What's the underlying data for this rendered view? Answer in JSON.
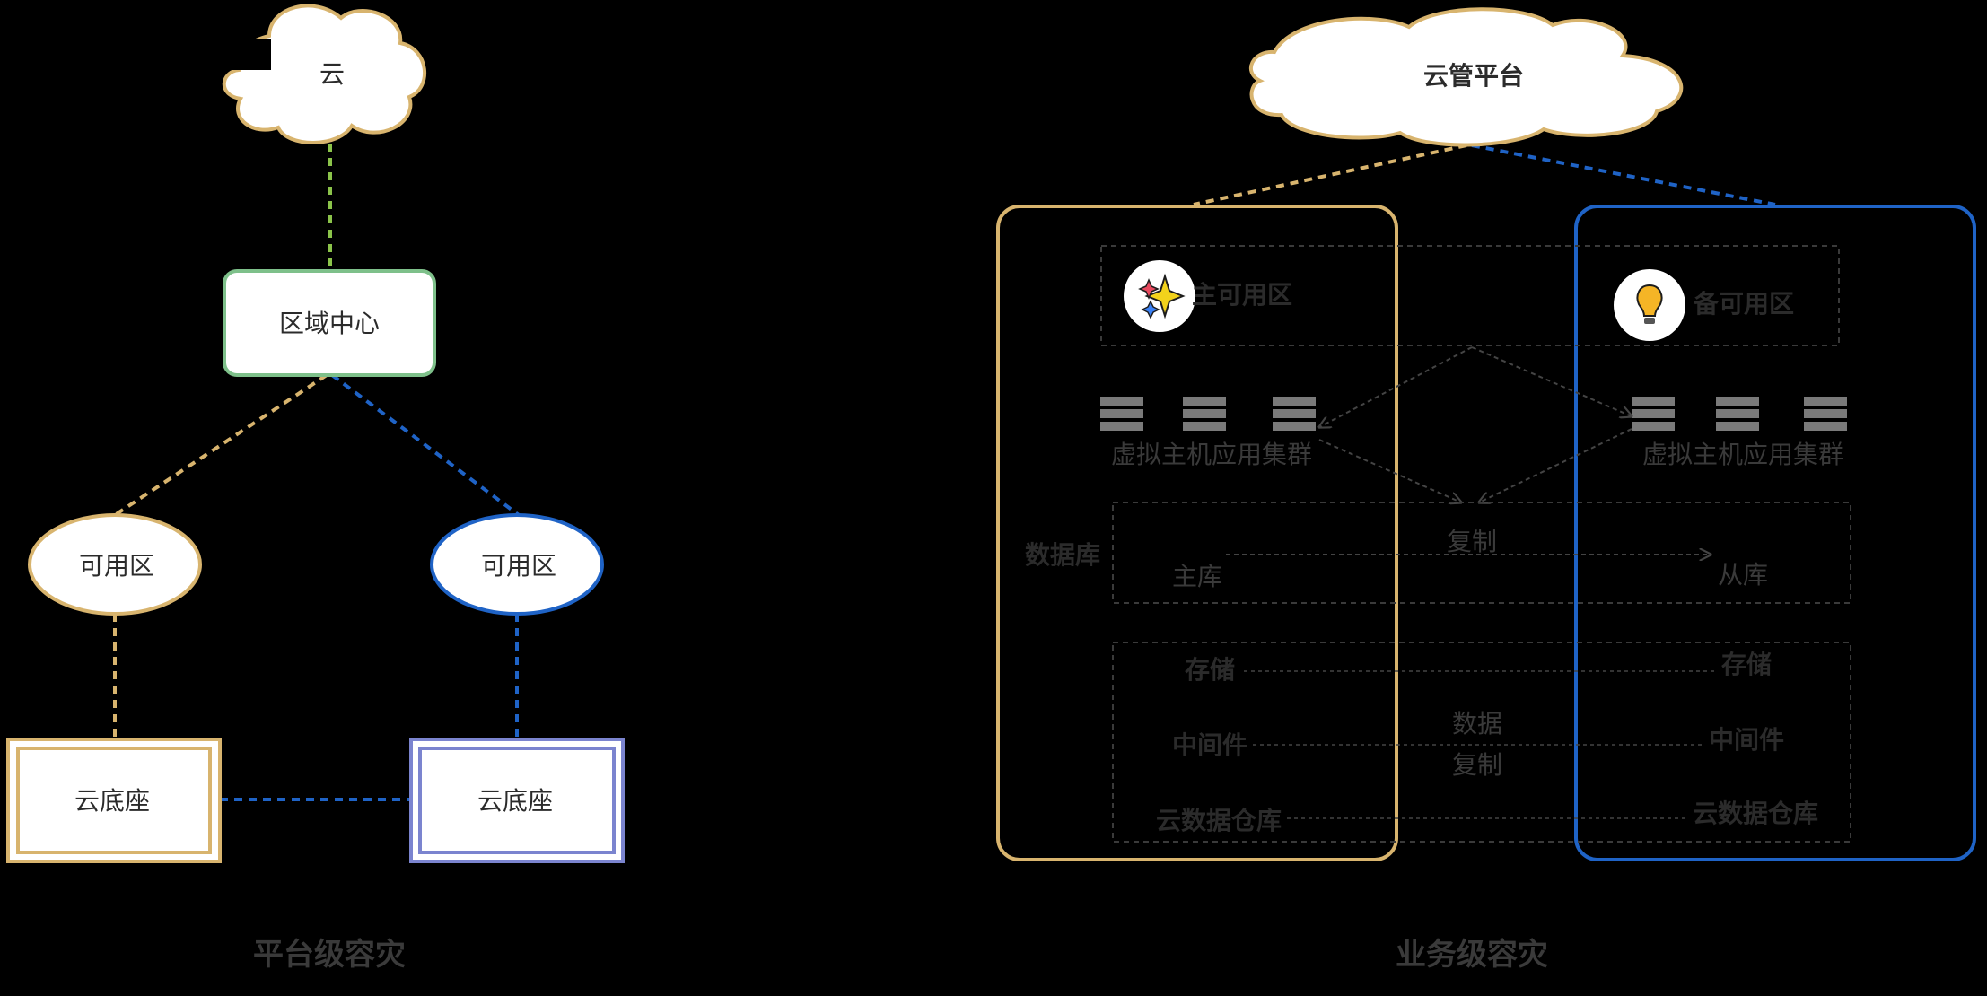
{
  "left": {
    "cloud": "云",
    "region_center": "区域中心",
    "az_left": "可用区",
    "az_right": "可用区",
    "base_left": "云底座",
    "base_right": "云底座",
    "caption": "平台级容灾"
  },
  "right": {
    "cloud": "云管平台",
    "primary_az": "主可用区",
    "backup_az": "备可用区",
    "vm_cluster_left": "虚拟主机应用集群",
    "vm_cluster_right": "虚拟主机应用集群",
    "database": "数据库",
    "replicate": "复制",
    "master_db": "主库",
    "slave_db": "从库",
    "storage_left": "存储",
    "storage_right": "存储",
    "middleware_left": "中间件",
    "middleware_right": "中间件",
    "dw_left": "云数据仓库",
    "dw_right": "云数据仓库",
    "data_replicate_1": "数据",
    "data_replicate_2": "复制",
    "caption": "业务级容灾"
  },
  "colors": {
    "gold": "#d8b46e",
    "blue": "#1f63c6",
    "green": "#8bc34a",
    "green_border": "#7ec08a",
    "purple": "#7b84cf",
    "dark_text": "#2b2b2b",
    "muted_text": "#3a3a3a"
  }
}
